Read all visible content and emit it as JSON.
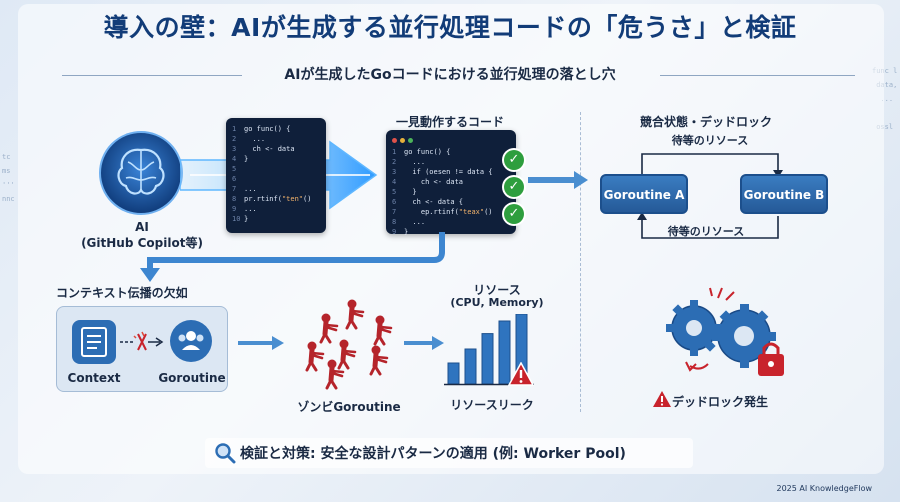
{
  "title": "導入の壁：AIが生成する並行処理コードの「危うさ」と検証",
  "subtitle": "AIが生成したGoコードにおける並行処理の落とし穴",
  "ai_label": "AI",
  "ai_sublabel": "(GitHub Copilot等)",
  "code_panel_1": {
    "lines": [
      "go func() {",
      "  ...",
      "  ch <- data",
      "}",
      "",
      "",
      "...",
      "pr.rtinf(\"ten\"()",
      "...",
      "}"
    ]
  },
  "code_panel_2": {
    "label": "一見動作するコード",
    "lines": [
      "go func() {",
      "  ...",
      "  if (oesen != data {",
      "    ch <- data",
      "  }",
      "  ch <- data {",
      "    ep.rtinf(\"teax\"()",
      "  ...",
      "}"
    ]
  },
  "race": {
    "label": "競合状態・デッドロック",
    "wait_top": "待等のリソース",
    "wait_bottom": "待等のリソース",
    "goroutine_a": "Goroutine A",
    "goroutine_b": "Goroutine B"
  },
  "context": {
    "label": "コンテキスト伝播の欠如",
    "context_label": "Context",
    "goroutine_label": "Goroutine"
  },
  "zombie": {
    "label": "ゾンビGoroutine"
  },
  "resource": {
    "label": "リソース",
    "sublabel": "(CPU, Memory)",
    "leak_label": "リソースリーク",
    "bars": [
      0.3,
      0.5,
      0.72,
      0.9,
      1.0
    ]
  },
  "deadlock": {
    "label": "デッドロック発生"
  },
  "bottom": {
    "text": "検証と対策: 安全な設計パターンの適用 (例: Worker Pool)"
  },
  "credit": "2025 AI KnowledgeFlow",
  "colors": {
    "accent": "#123c78",
    "danger": "#c8232c",
    "ok": "#2e9e3e",
    "zombie": "#b5242b"
  }
}
